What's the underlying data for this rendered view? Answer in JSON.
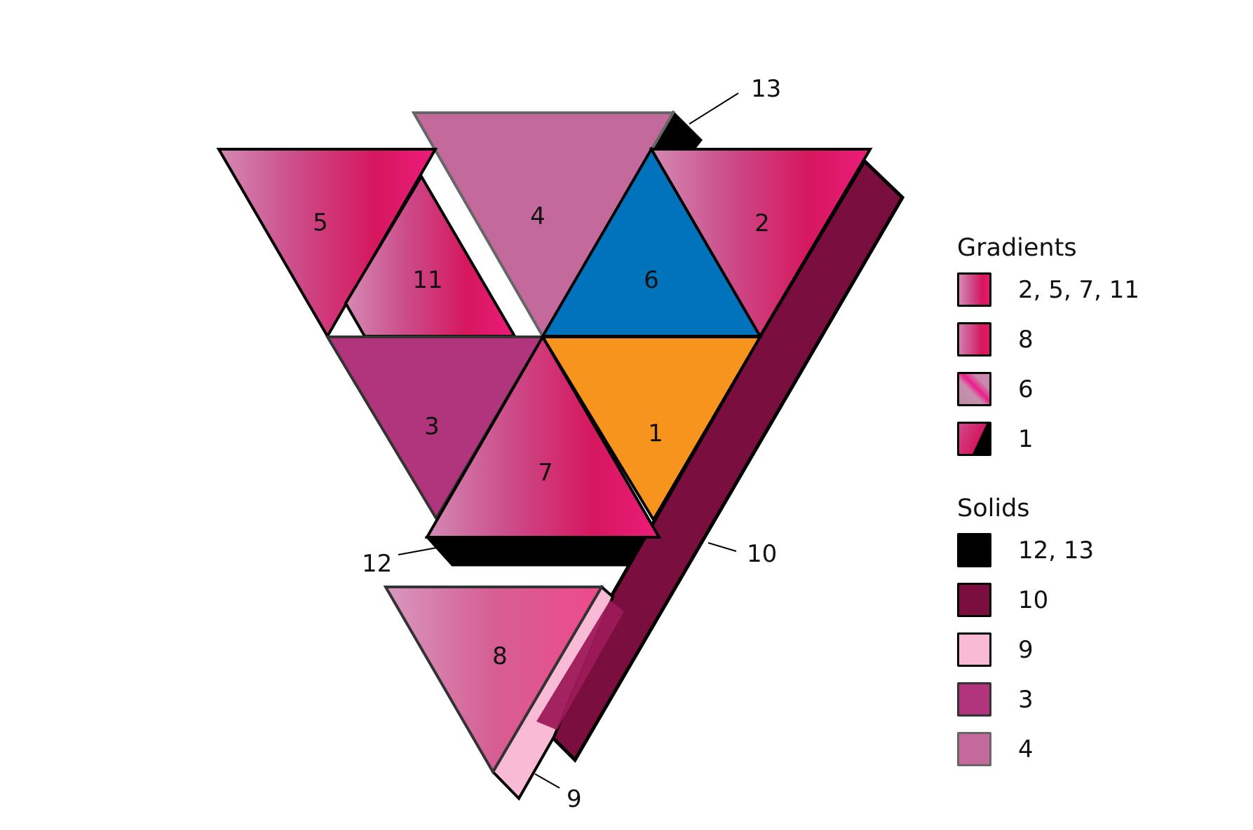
{
  "diagram": {
    "pieces": [
      {
        "id": "1",
        "fill": "#F7941E"
      },
      {
        "id": "2",
        "fill": "gradient"
      },
      {
        "id": "3",
        "fill": "#B0357C"
      },
      {
        "id": "4",
        "fill": "#C4699C"
      },
      {
        "id": "5",
        "fill": "gradient"
      },
      {
        "id": "6",
        "fill": "#0172BC"
      },
      {
        "id": "7",
        "fill": "gradient"
      },
      {
        "id": "8",
        "fill": "gradient"
      },
      {
        "id": "9",
        "fill": "#F9BAD6"
      },
      {
        "id": "10",
        "fill": "#7A0E3E"
      },
      {
        "id": "11",
        "fill": "gradient"
      },
      {
        "id": "12",
        "fill": "#000000"
      },
      {
        "id": "13",
        "fill": "#000000"
      }
    ],
    "labels": {
      "t1": "1",
      "t2": "2",
      "t3": "3",
      "t4": "4",
      "t5": "5",
      "t6": "6",
      "t7": "7",
      "t8": "8",
      "t11": "11",
      "c9": "9",
      "c10": "10",
      "c12": "12",
      "c13": "13"
    }
  },
  "legend": {
    "gradients": {
      "title": "Gradients",
      "items": [
        {
          "label": "2, 5, 7, 11",
          "swatch": "pink-gradient"
        },
        {
          "label": "8",
          "swatch": "pink-gradient-light"
        },
        {
          "label": "6",
          "swatch": "diagonal-pink-gradient"
        },
        {
          "label": "1",
          "swatch": "pink-gradient-black-corner"
        }
      ]
    },
    "solids": {
      "title": "Solids",
      "items": [
        {
          "label": "12, 13",
          "color": "#000000"
        },
        {
          "label": "10",
          "color": "#7A0E3E"
        },
        {
          "label": "9",
          "color": "#F9BAD6"
        },
        {
          "label": "3",
          "color": "#B0357C"
        },
        {
          "label": "4",
          "color": "#C4699C"
        }
      ]
    }
  },
  "colors": {
    "gradient_start": "#D48AB4",
    "gradient_mid": "#D6175E",
    "gradient_end": "#EC1C7A",
    "blue": "#0172BC",
    "orange": "#F7941E",
    "plum": "#7A0E3E",
    "magenta": "#B0357C",
    "mauve": "#C4699C",
    "light_pink": "#F9BAD6"
  }
}
